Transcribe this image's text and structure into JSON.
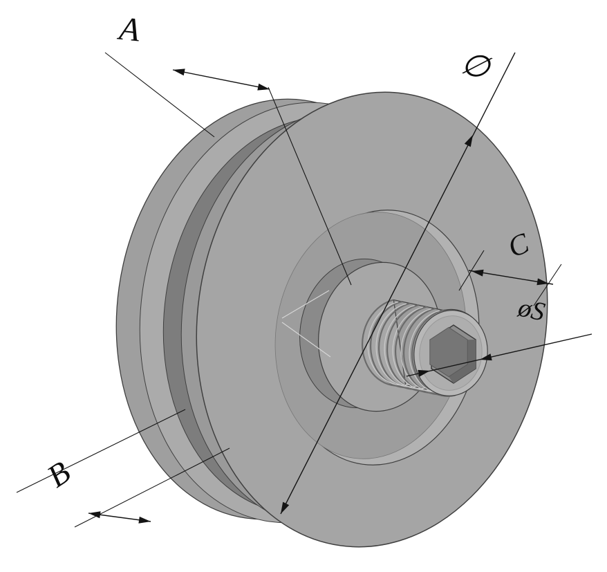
{
  "figure": {
    "type": "cad-isometric-drawing",
    "subject": "Grooved pulley wheel with threaded stud and hex socket",
    "background": "#ffffff"
  },
  "labels": {
    "dim_a": "A",
    "dim_diameter": "∅",
    "dim_c": "C",
    "dim_stud": "øS",
    "dim_b": "B"
  },
  "colors": {
    "background": "#ffffff",
    "outline": "#3f3f3f",
    "dimension": "#141414",
    "body": "#a5a5a5",
    "body_light": "#b2b2b2",
    "body_dark": "#7d7d7d",
    "rim": "#9f9f9f",
    "flange_face": "#ababab",
    "recess_floor": "#9d9d9d",
    "hub_side": "#8a8a8a",
    "hub": "#a7a7a7",
    "stud": "#9c9c9c",
    "stud_tip": "#b8b8b8",
    "stud_chamfer": "#aeaeae",
    "hex_wall": "#8e8e8e",
    "hex_floor": "#767676"
  }
}
